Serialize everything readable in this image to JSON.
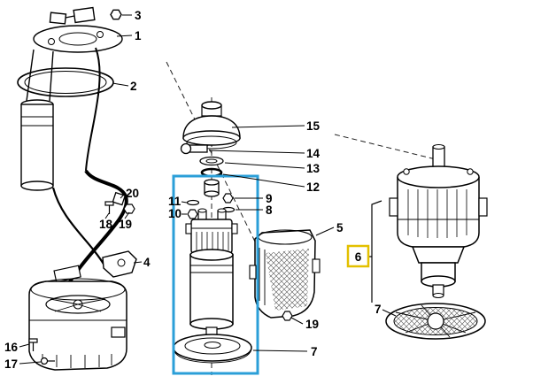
{
  "figure": {
    "kind": "exploded-parts-diagram",
    "background": "#ffffff",
    "line_color": "#000000",
    "highlight": {
      "pump_box_color": "#2b9fd8",
      "callout_box_color": "#e3c000"
    },
    "labels": {
      "l1": "1",
      "l2": "2",
      "l3": "3",
      "l4": "4",
      "l5": "5",
      "l6": "6",
      "l7a": "7",
      "l7b": "7",
      "l8": "8",
      "l9": "9",
      "l10": "10",
      "l11": "11",
      "l12": "12",
      "l13": "13",
      "l14": "14",
      "l15": "15",
      "l16": "16",
      "l17": "17",
      "l18": "18",
      "l19a": "19",
      "l19b": "19",
      "l20": "20"
    }
  }
}
